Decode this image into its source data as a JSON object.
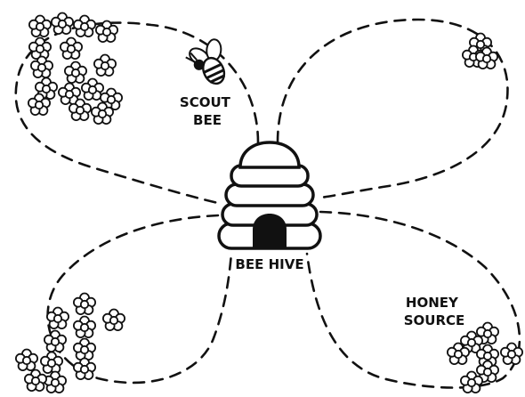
{
  "labels": {
    "scout_bee": [
      "SCOUT",
      "BEE"
    ],
    "bee_hive": "BEE HIVE",
    "honey_source": [
      "HONEY",
      "SOURCE"
    ]
  },
  "colors": {
    "ink": "#111111",
    "background": "#ffffff"
  },
  "icons": [
    "flower-cluster-icon",
    "scout-bee-icon",
    "beehive-icon"
  ]
}
